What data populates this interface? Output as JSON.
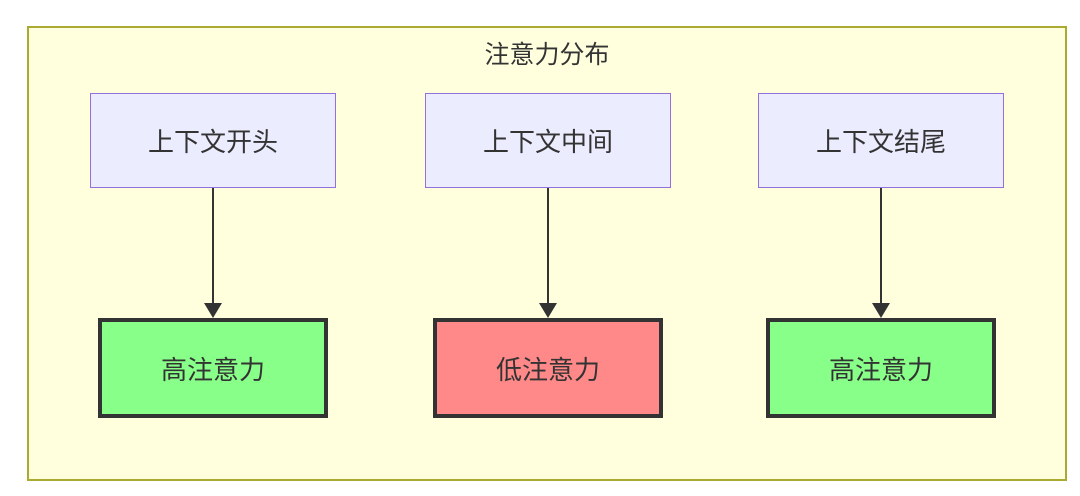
{
  "diagram": {
    "title": "注意力分布",
    "colors": {
      "canvas_background": "#ffffde",
      "canvas_border": "#aaaa33",
      "context_node_fill": "#ececff",
      "context_node_border": "#9370db",
      "high_attention_fill": "#88ff88",
      "low_attention_fill": "#ff8888",
      "attention_node_border": "#333333",
      "arrow_color": "#333333",
      "text_color": "#333333"
    },
    "columns": [
      {
        "top_label": "上下文开头",
        "bottom_label": "高注意力",
        "bottom_fill": "#88ff88"
      },
      {
        "top_label": "上下文中间",
        "bottom_label": "低注意力",
        "bottom_fill": "#ff8888"
      },
      {
        "top_label": "上下文结尾",
        "bottom_label": "高注意力",
        "bottom_fill": "#88ff88"
      }
    ]
  }
}
